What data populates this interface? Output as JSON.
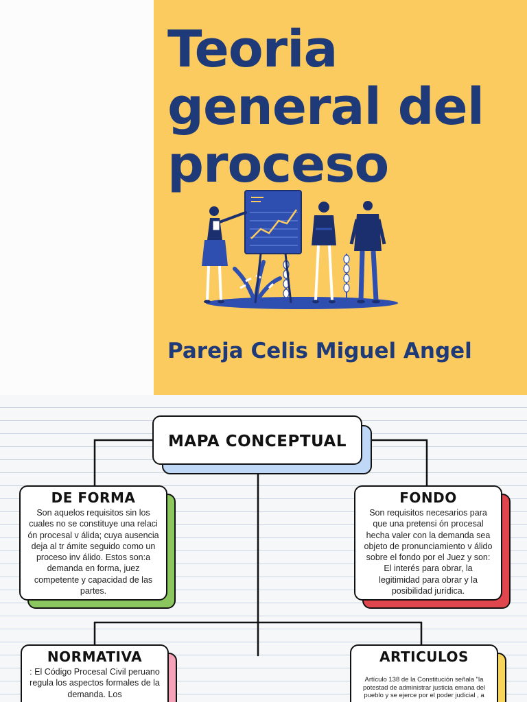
{
  "cover": {
    "title_line1": "Teoria",
    "title_line2": "general del",
    "title_line3": "proceso",
    "author": "Pareja Celis Miguel Angel",
    "accent_color": "#fccb5f",
    "text_color": "#1f3a78"
  },
  "concept_map": {
    "main_title": "MAPA CONCEPTUAL",
    "nodes": [
      {
        "title": "DE FORMA",
        "text": "Son aquelos requisitos sin los cuales no se constituye una relaci ón procesal v álida; cuya ausencia deja al tr ámite seguido como un proceso inv álido. Estos son:a demanda en forma, juez competente y capacidad de las partes.",
        "shadow_color": "#8bc65e"
      },
      {
        "title": "FONDO",
        "text": "Son requisitos necesarios para que una pretensi ón procesal hecha valer con la demanda sea objeto de pronunciamiento v álido sobre el fondo por el Juez y son: El interés para obrar, la legitimidad para obrar y la posibilidad jurídica.",
        "shadow_color": "#e0464e"
      },
      {
        "title": "NORMATIVA",
        "text": ": El Código Procesal Civil peruano regula los aspectos formales de la demanda. Los",
        "shadow_color": "#f4a3b8"
      },
      {
        "title": "ARTICULOS",
        "text": "Artículo 138 de la Constitución señala \"la potestad de administrar justicia emana del pueblo y se ejerce por el poder judicial , a",
        "shadow_color": "#f7d55a"
      }
    ]
  }
}
